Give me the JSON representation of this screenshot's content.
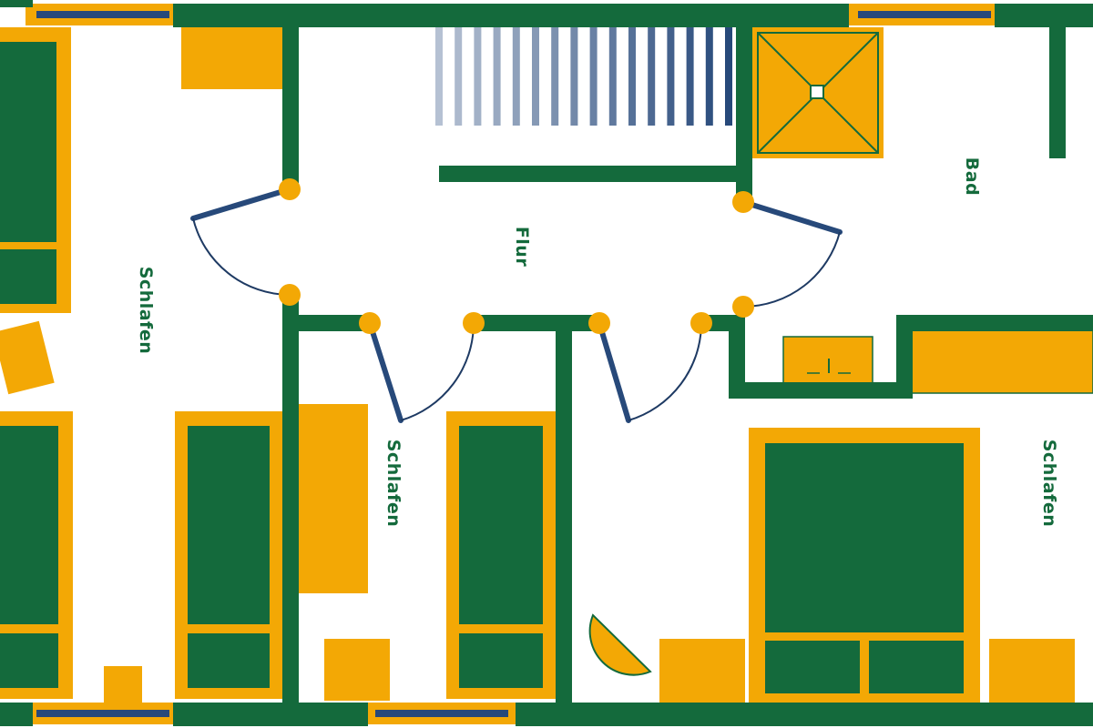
{
  "rooms": {
    "flur": "Flur",
    "bad": "Bad",
    "schlafen_left": "Schlafen",
    "schlafen_middle": "Schlafen",
    "schlafen_right": "Schlafen"
  },
  "colors": {
    "wall": "#146a3c",
    "furniture": "#f3a805",
    "window": "#27497a",
    "background": "#ffffff",
    "text": "#146a3c"
  },
  "icons": {
    "door": "door-swing-icon",
    "stairs": "staircase-icon",
    "shower": "shower-tray-icon",
    "bed": "bed-icon"
  }
}
